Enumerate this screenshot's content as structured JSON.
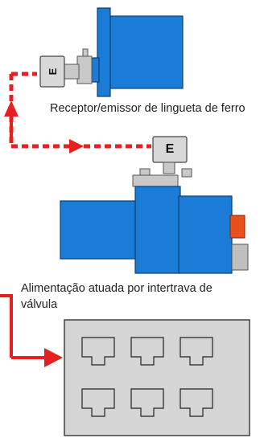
{
  "colors": {
    "device_blue": "#1a7cd6",
    "device_blue_dark": "#145c9e",
    "metal_grey": "#c9c9c9",
    "key_tab": "#d8d8d8",
    "panel_grey": "#d5d5d5",
    "flow_red": "#e62020",
    "orange_cap": "#e84f1c"
  },
  "labels": {
    "top_device": "Receptor/emissor de lingueta de ferro",
    "middle_device_line1": "Alimentação atuada por intertrava de",
    "middle_device_line2": "válvula"
  },
  "key_tag_letter": "E",
  "lines": {
    "dashed": "key transfer path (dashed red)",
    "solid": "power path (solid red)"
  }
}
